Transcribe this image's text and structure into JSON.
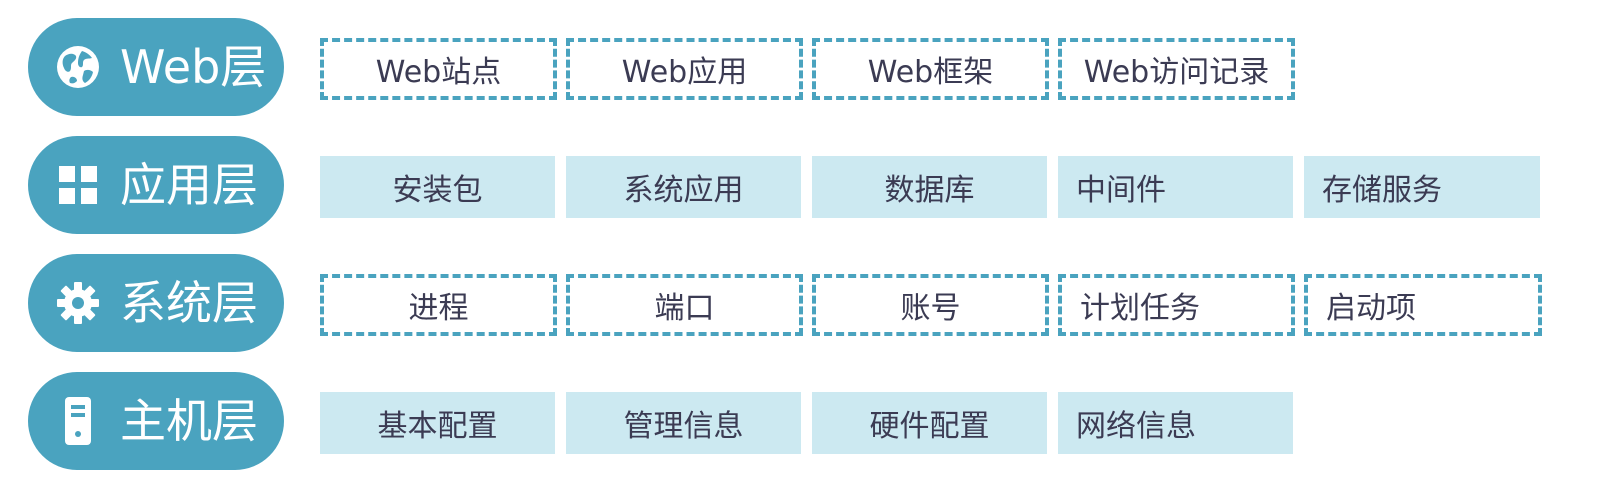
{
  "colors": {
    "accent": "#4aa3bf",
    "fill": "#cce9f1",
    "text": "#3b3b53"
  },
  "layers": [
    {
      "label": "Web层",
      "icon": "globe-icon",
      "style": "dashed",
      "items": [
        "Web站点",
        "Web应用",
        "Web框架",
        "Web访问记录"
      ]
    },
    {
      "label": "应用层",
      "icon": "grid-icon",
      "style": "filled",
      "items": [
        "安装包",
        "系统应用",
        "数据库",
        "中间件",
        "存储服务"
      ]
    },
    {
      "label": "系统层",
      "icon": "gear-icon",
      "style": "dashed",
      "items": [
        "进程",
        "端口",
        "账号",
        "计划任务",
        "启动项"
      ]
    },
    {
      "label": "主机层",
      "icon": "server-icon",
      "style": "filled",
      "items": [
        "基本配置",
        "管理信息",
        "硬件配置",
        "网络信息"
      ]
    }
  ]
}
